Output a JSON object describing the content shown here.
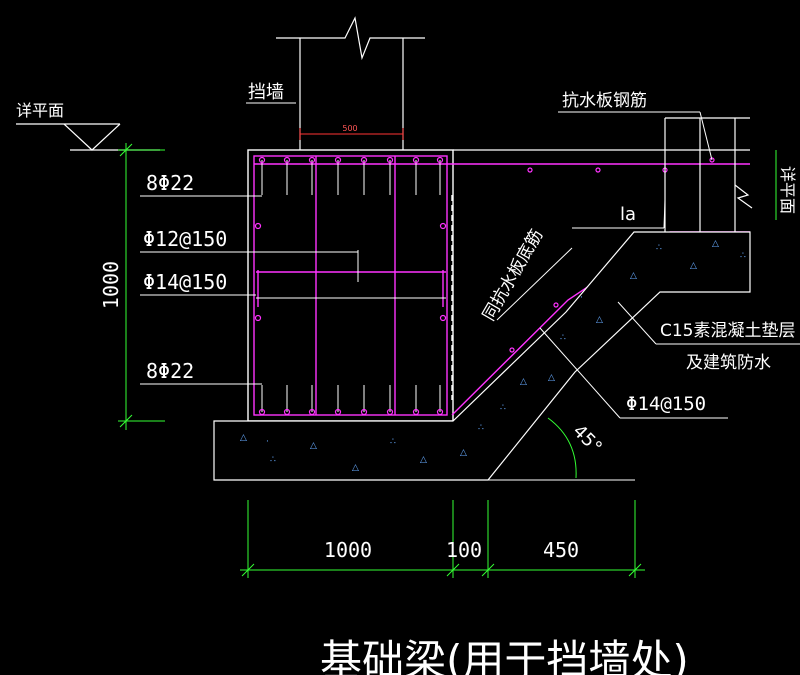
{
  "colors": {
    "background": "#000000",
    "text": "#ffffff",
    "dimension": "#33ff33",
    "rebar": "#ff33ff",
    "concrete": "#ffffff",
    "accent_red": "#ff3333",
    "aggregate": "#3399ff"
  },
  "labels": {
    "retaining_wall": "挡墙",
    "detail_plan": "详平面",
    "waterproof_rebar": "抗水板钢筋",
    "top_bars": "8Φ22",
    "stirrup": "Φ12@150",
    "waist_bars": "Φ14@150",
    "bottom_bars": "8Φ22",
    "la": "la",
    "same_bottom": "同抗水板底筋",
    "cushion_line1": "C15素混凝土垫层",
    "cushion_line2": "及建筑防水",
    "slope_bars": "Φ14@150",
    "angle": "45°",
    "right_edge": "详平面",
    "title": "基础梁(用于挡墙处)"
  },
  "dimensions": {
    "wall_width": "500",
    "height": "1000",
    "d1": "1000",
    "d2": "100",
    "d3": "450"
  }
}
